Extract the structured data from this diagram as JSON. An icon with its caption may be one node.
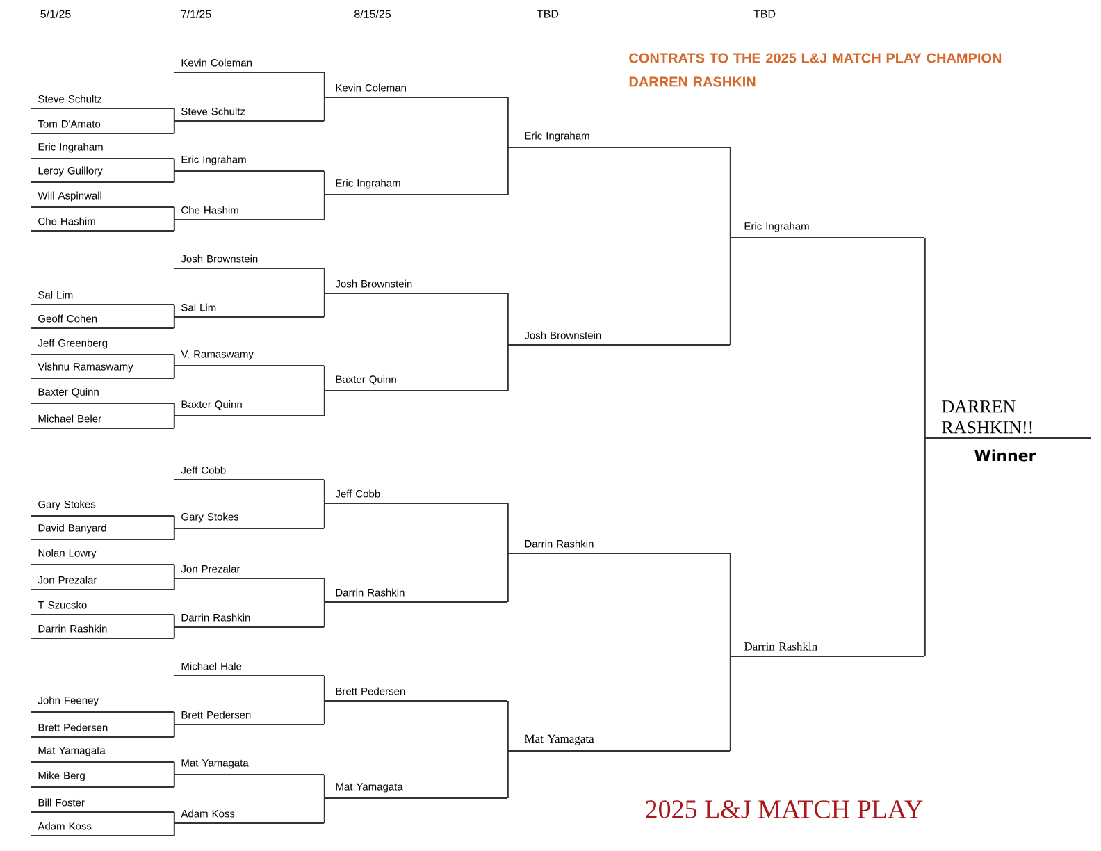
{
  "diagram": {
    "title": "2025 L&J MATCH PLAY",
    "nodes": [
      {
        "text": [
          "Steve Schultz"
        ]
      },
      {
        "text": [
          "Tom D'Amato"
        ]
      },
      {
        "text": [
          "Eric Ingraham"
        ]
      },
      {
        "text": [
          "Leroy Guillory"
        ]
      },
      {
        "text": [
          "Will Aspinwall"
        ]
      },
      {
        "text": [
          "Che Hashim"
        ]
      },
      {
        "text": [
          "Sal Lim"
        ]
      },
      {
        "text": [
          "Geoff Cohen"
        ]
      },
      {
        "text": [
          "Jeff Greenberg"
        ]
      },
      {
        "text": [
          "Vishnu Ramaswamy"
        ]
      },
      {
        "text": [
          "Baxter Quinn"
        ]
      },
      {
        "text": [
          "Michael Beler"
        ]
      },
      {
        "text": [
          "Gary Stokes"
        ]
      },
      {
        "text": [
          "David Banyard"
        ]
      },
      {
        "text": [
          "Nolan Lowry"
        ]
      },
      {
        "text": [
          "Jon Prezalar"
        ]
      },
      {
        "text": [
          "T Szucsko"
        ]
      },
      {
        "text": [
          "Darrin Rashkin"
        ]
      },
      {
        "text": [
          "John Feeney"
        ]
      },
      {
        "text": [
          "Brett Pedersen"
        ]
      },
      {
        "text": [
          "Mat Yamagata"
        ]
      },
      {
        "text": [
          "Mike Berg"
        ]
      },
      {
        "text": [
          "Bill Foster"
        ]
      },
      {
        "text": [
          "Adam Koss"
        ]
      },
      {
        "text": [
          "Kevin Coleman"
        ]
      },
      {
        "text": [
          "Steve Schultz"
        ]
      },
      {
        "text": [
          "Eric Ingraham"
        ]
      },
      {
        "text": [
          "Che Hashim"
        ]
      },
      {
        "text": [
          "Josh Brownstein"
        ]
      },
      {
        "text": [
          "Sal Lim"
        ]
      },
      {
        "text": [
          "V. Ramaswamy"
        ]
      },
      {
        "text": [
          "Baxter Quinn"
        ]
      },
      {
        "text": [
          "Jeff Cobb"
        ]
      },
      {
        "text": [
          "Gary Stokes"
        ]
      },
      {
        "text": [
          "Jon Prezalar"
        ]
      },
      {
        "text": [
          "Darrin Rashkin"
        ]
      },
      {
        "text": [
          "Michael Hale"
        ]
      },
      {
        "text": [
          "Brett Pedersen"
        ]
      },
      {
        "text": [
          "Mat Yamagata"
        ]
      },
      {
        "text": [
          "Adam Koss"
        ]
      },
      {
        "text": [
          "Kevin Coleman"
        ]
      },
      {
        "text": [
          "Eric Ingraham"
        ]
      },
      {
        "text": [
          "Josh Brownstein"
        ]
      },
      {
        "text": [
          "Baxter Quinn"
        ]
      },
      {
        "text": [
          "Jeff Cobb"
        ]
      },
      {
        "text": [
          "Darrin Rashkin"
        ]
      },
      {
        "text": [
          "Brett Pedersen"
        ]
      },
      {
        "text": [
          "Mat Yamagata"
        ]
      },
      {
        "text": [
          "Eric Ingraham"
        ]
      },
      {
        "text": [
          "Josh Brownstein"
        ]
      },
      {
        "text": [
          "Darrin Rashkin"
        ]
      },
      {
        "text": [
          "Mat Yamagata"
        ]
      },
      {
        "text": [
          "Eric Ingraham"
        ]
      },
      {
        "text": [
          "Darrin Rashkin"
        ]
      },
      {
        "text": [
          "DARREN RASHKIN!!",
          "Winner"
        ]
      }
    ],
    "edges": [
      {
        "from": 0,
        "to": 25,
        "arrow": "none"
      },
      {
        "from": 1,
        "to": 25,
        "arrow": "none"
      },
      {
        "from": 2,
        "to": 26,
        "arrow": "none"
      },
      {
        "from": 3,
        "to": 26,
        "arrow": "none"
      },
      {
        "from": 4,
        "to": 27,
        "arrow": "none"
      },
      {
        "from": 5,
        "to": 27,
        "arrow": "none"
      },
      {
        "from": 6,
        "to": 29,
        "arrow": "none"
      },
      {
        "from": 7,
        "to": 29,
        "arrow": "none"
      },
      {
        "from": 8,
        "to": 30,
        "arrow": "none"
      },
      {
        "from": 9,
        "to": 30,
        "arrow": "none"
      },
      {
        "from": 10,
        "to": 31,
        "arrow": "none"
      },
      {
        "from": 11,
        "to": 31,
        "arrow": "none"
      },
      {
        "from": 12,
        "to": 33,
        "arrow": "none"
      },
      {
        "from": 13,
        "to": 33,
        "arrow": "none"
      },
      {
        "from": 14,
        "to": 34,
        "arrow": "none"
      },
      {
        "from": 15,
        "to": 34,
        "arrow": "none"
      },
      {
        "from": 16,
        "to": 35,
        "arrow": "none"
      },
      {
        "from": 17,
        "to": 35,
        "arrow": "none"
      },
      {
        "from": 18,
        "to": 37,
        "arrow": "none"
      },
      {
        "from": 19,
        "to": 37,
        "arrow": "none"
      },
      {
        "from": 20,
        "to": 38,
        "arrow": "none"
      },
      {
        "from": 21,
        "to": 38,
        "arrow": "none"
      },
      {
        "from": 22,
        "to": 39,
        "arrow": "none"
      },
      {
        "from": 23,
        "to": 39,
        "arrow": "none"
      },
      {
        "from": 24,
        "to": 40,
        "arrow": "none"
      },
      {
        "from": 25,
        "to": 40,
        "arrow": "none"
      },
      {
        "from": 26,
        "to": 41,
        "arrow": "none"
      },
      {
        "from": 27,
        "to": 41,
        "arrow": "none"
      },
      {
        "from": 28,
        "to": 42,
        "arrow": "none"
      },
      {
        "from": 29,
        "to": 42,
        "arrow": "none"
      },
      {
        "from": 30,
        "to": 43,
        "arrow": "none"
      },
      {
        "from": 31,
        "to": 43,
        "arrow": "none"
      },
      {
        "from": 32,
        "to": 44,
        "arrow": "none"
      },
      {
        "from": 33,
        "to": 44,
        "arrow": "none"
      },
      {
        "from": 34,
        "to": 45,
        "arrow": "none"
      },
      {
        "from": 35,
        "to": 45,
        "arrow": "none"
      },
      {
        "from": 36,
        "to": 46,
        "arrow": "none"
      },
      {
        "from": 37,
        "to": 46,
        "arrow": "none"
      },
      {
        "from": 38,
        "to": 47,
        "arrow": "none"
      },
      {
        "from": 39,
        "to": 47,
        "arrow": "none"
      },
      {
        "from": 40,
        "to": 48,
        "arrow": "none"
      },
      {
        "from": 41,
        "to": 48,
        "arrow": "none"
      },
      {
        "from": 42,
        "to": 49,
        "arrow": "none"
      },
      {
        "from": 43,
        "to": 49,
        "arrow": "none"
      },
      {
        "from": 44,
        "to": 50,
        "arrow": "none"
      },
      {
        "from": 45,
        "to": 50,
        "arrow": "none"
      },
      {
        "from": 46,
        "to": 51,
        "arrow": "none"
      },
      {
        "from": 47,
        "to": 51,
        "arrow": "none"
      },
      {
        "from": 48,
        "to": 52,
        "arrow": "none"
      },
      {
        "from": 49,
        "to": 52,
        "arrow": "none"
      },
      {
        "from": 50,
        "to": 53,
        "arrow": "none"
      },
      {
        "from": 51,
        "to": 53,
        "arrow": "none"
      },
      {
        "from": 52,
        "to": 54,
        "arrow": "none"
      },
      {
        "from": 53,
        "to": 54,
        "arrow": "none"
      }
    ],
    "labels": [
      "5/1/25",
      "7/1/25",
      "8/15/25",
      "TBD",
      "TBD",
      "CONTRATS TO THE 2025 L&J MATCH PLAY CHAMPION DARREN RASHKIN"
    ]
  }
}
